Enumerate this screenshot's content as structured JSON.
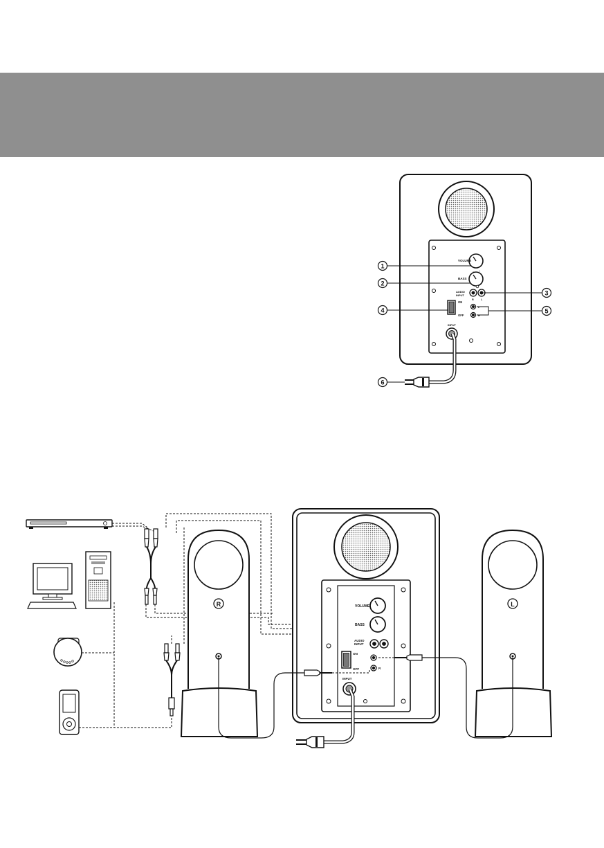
{
  "header": {
    "color": "#8f8f8f"
  },
  "rear_panel": {
    "callouts": [
      "1",
      "2",
      "3",
      "4",
      "5",
      "6"
    ],
    "volume_label": "VOLUME",
    "bass_label": "BASS",
    "audio_input_label_1": "AUDIO",
    "audio_input_label_2": "INPUT",
    "on_label": "ON",
    "off_label": "OFF",
    "left_label": "L",
    "right_label": "R",
    "power_input_label": "INPUT",
    "knob_scale_minus": "–",
    "knob_scale_plus": "+"
  },
  "connection": {
    "speaker_right_mark": "R",
    "speaker_left_mark": "L",
    "volume_label": "VOLUME",
    "bass_label": "BASS",
    "audio_input_label_1": "AUDIO",
    "audio_input_label_2": "INPUT",
    "on_label": "ON",
    "off_label": "OFF",
    "right_label": "R",
    "power_input_label": "INPUT"
  }
}
